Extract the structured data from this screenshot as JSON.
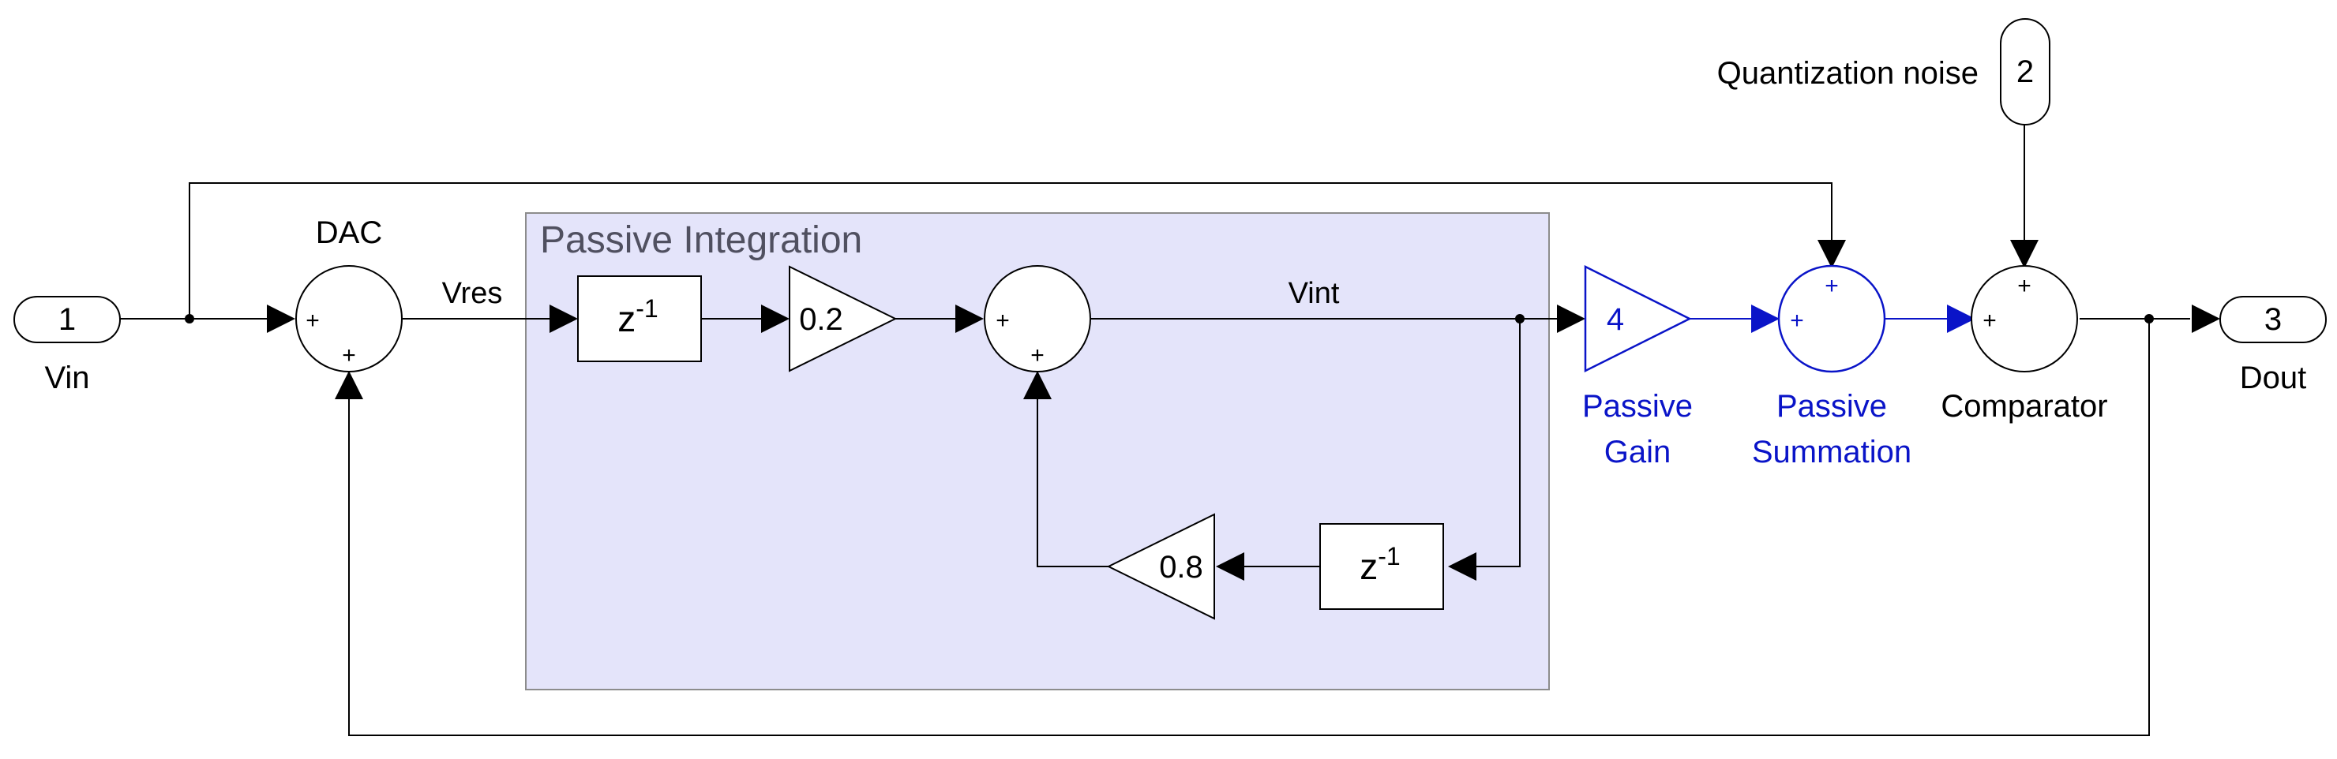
{
  "subsystem": {
    "title": "Passive Integration"
  },
  "ports": {
    "in1": {
      "number": "1",
      "label": "Vin"
    },
    "in2": {
      "number": "2",
      "label": "Quantization noise"
    },
    "out3": {
      "number": "3",
      "label": "Dout"
    }
  },
  "blocks": {
    "dac": {
      "label": "DAC",
      "sign_left": "+",
      "sign_bottom": "+"
    },
    "delay1": {
      "base": "z",
      "exp": "-1"
    },
    "gain1": {
      "value": "0.2"
    },
    "sum2": {
      "sign_left": "+",
      "sign_bottom": "+"
    },
    "gain_fb": {
      "value": "0.8"
    },
    "delay2": {
      "base": "z",
      "exp": "-1"
    },
    "passive_gain": {
      "value": "4",
      "label_line1": "Passive",
      "label_line2": "Gain"
    },
    "passive_sum": {
      "sign_top": "+",
      "sign_left": "+",
      "label_line1": "Passive",
      "label_line2": "Summation"
    },
    "comparator": {
      "sign_top": "+",
      "sign_left": "+",
      "label": "Comparator"
    }
  },
  "signals": {
    "vres": "Vres",
    "vint": "Vint"
  },
  "colors": {
    "highlight": "#0a14c8",
    "subsystem_fill": "#e4e4fa",
    "line": "#000000"
  }
}
